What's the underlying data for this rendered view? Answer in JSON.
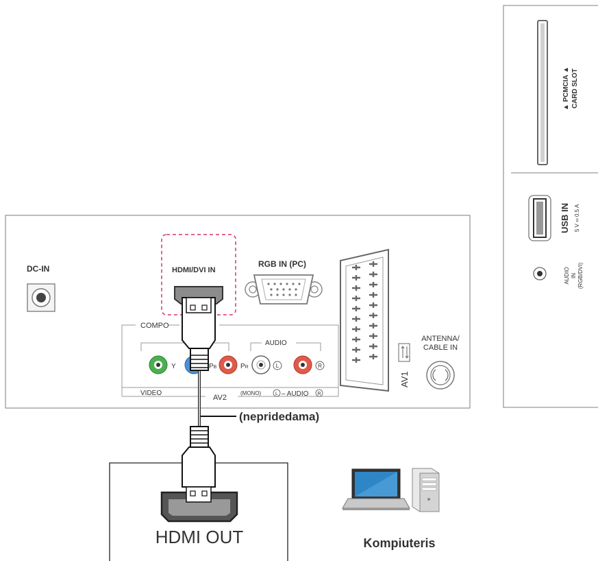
{
  "rear_panel": {
    "dc_in": "DC-IN",
    "hdmi_dvi_in": "HDMI/DVI IN",
    "rgb_in_pc": "RGB IN (PC)",
    "component": "COMPO",
    "audio": "AUDIO",
    "y": "Y",
    "pb": "P",
    "pb_sub": "B",
    "pr": "P",
    "pr_sub": "R",
    "l": "L",
    "r": "R",
    "video": "VIDEO",
    "av2": "AV2",
    "mono_audio": "(MONO) ",
    "mono_l": "L",
    "mono_audio_word": "– AUDIO",
    "mono_r": "R",
    "av1": "AV1",
    "antenna_line1": "ANTENNA/",
    "antenna_line2": "CABLE IN"
  },
  "side_panel": {
    "pcmcia_line1": "▲ PCMCIA ▲",
    "pcmcia_line2": "CARD SLOT",
    "usb_in": "USB IN",
    "usb_power": "5 V ═ 0.5 A",
    "audio_in_line1": "AUDIO",
    "audio_in_line2": "IN",
    "audio_in_line3": "(RGB/DVI)"
  },
  "cable_note": "(nepridedama)",
  "source_device": {
    "port_label": "HDMI OUT"
  },
  "computer": {
    "label": "Kompiuteris"
  },
  "colors": {
    "highlight_dash": "#d6336c",
    "jack_green": "#4caf50",
    "jack_blue": "#4a90d9",
    "jack_red": "#e05a4a",
    "panel_line": "#888888",
    "dark_connector": "#333333",
    "port_gray": "#8c8c8c",
    "laptop_screen": "#2f86c6"
  }
}
